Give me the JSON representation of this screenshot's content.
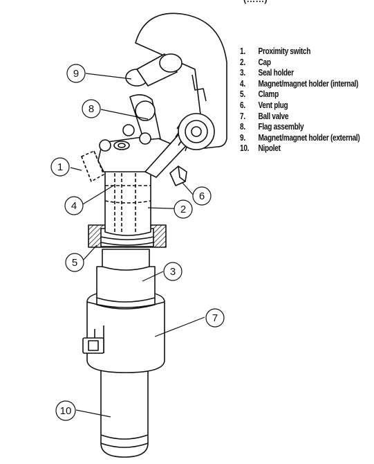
{
  "top_fragment": "(……)",
  "legend": [
    {
      "num": "1.",
      "label": "Proximity switch"
    },
    {
      "num": "2.",
      "label": "Cap"
    },
    {
      "num": "3.",
      "label": "Seal holder"
    },
    {
      "num": "4.",
      "label": "Magnet/magnet holder (internal)"
    },
    {
      "num": "5.",
      "label": "Clamp"
    },
    {
      "num": "6.",
      "label": "Vent plug"
    },
    {
      "num": "7.",
      "label": "Ball valve"
    },
    {
      "num": "8.",
      "label": "Flag assembly"
    },
    {
      "num": "9.",
      "label": "Magnet/magnet holder (external)"
    },
    {
      "num": "10.",
      "label": "Nipolet"
    }
  ],
  "callouts": [
    "1",
    "2",
    "3",
    "4",
    "5",
    "6",
    "7",
    "8",
    "9",
    "10"
  ]
}
